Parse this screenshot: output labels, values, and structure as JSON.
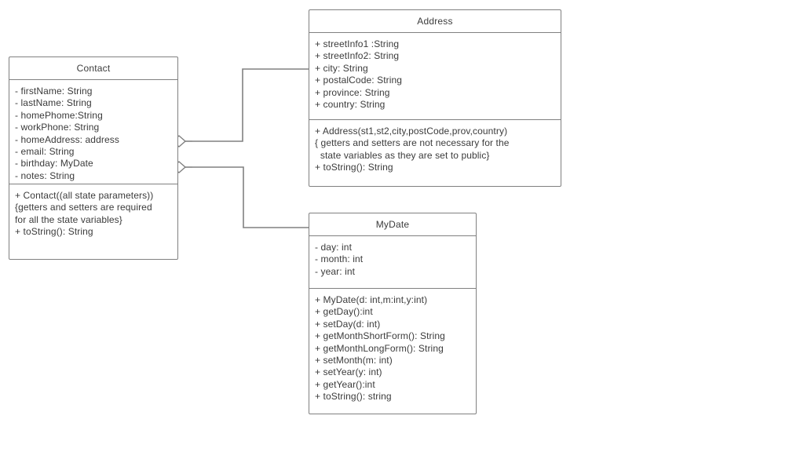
{
  "diagram": {
    "kind": "uml-class-diagram",
    "background_color": "#ffffff",
    "line_color": "#808080",
    "text_color": "#3b3b3b"
  },
  "classes": {
    "contact": {
      "name": "Contact",
      "attributes": [
        "- firstName: String",
        "- lastName: String",
        "- homePhome:String",
        "- workPhone: String",
        "- homeAddress: address",
        "- email: String",
        "- birthday: MyDate",
        "- notes: String"
      ],
      "operations": [
        "+ Contact((all state parameters))",
        "{getters and setters are required",
        "for all the state variables}",
        "+ toString(): String"
      ]
    },
    "address": {
      "name": "Address",
      "attributes": [
        "+ streetInfo1 :String",
        "+ streetInfo2: String",
        "+ city: String",
        "+ postalCode: String",
        "+ province: String",
        "+ country: String"
      ],
      "operations": [
        "+ Address(st1,st2,city,postCode,prov,country)",
        "{ getters and setters are not necessary for the",
        "  state variables as they are set to public}",
        "+ toString(): String"
      ]
    },
    "mydate": {
      "name": "MyDate",
      "attributes": [
        "- day: int",
        "- month: int",
        "- year: int"
      ],
      "operations": [
        "+ MyDate(d: int,m:int,y:int)",
        "+ getDay():int",
        "+ setDay(d: int)",
        "+ getMonthShortForm(): String",
        "+ getMonthLongForm(): String",
        "+ setMonth(m: int)",
        "+ setYear(y: int)",
        "+ getYear():int",
        "+ toString(): string"
      ]
    }
  },
  "relationships": [
    {
      "type": "aggregation",
      "from": "Contact",
      "to": "Address",
      "diamond": "hollow"
    },
    {
      "type": "aggregation",
      "from": "Contact",
      "to": "MyDate",
      "diamond": "hollow"
    }
  ]
}
